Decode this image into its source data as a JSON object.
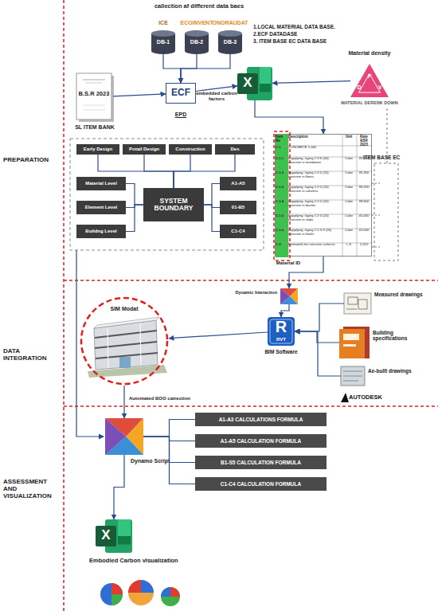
{
  "diagram": {
    "nodes": [
      {
        "text": [
          "ICE",
          "DB-1"
        ]
      },
      {
        "text": [
          "ECOINVENT",
          "DB-2"
        ]
      },
      {
        "text": [
          "ONORAUDAT",
          "DB-3"
        ]
      },
      {
        "text": [
          "B.S.R 2023",
          "SL ITEM BANK"
        ]
      },
      {
        "text": [
          "ECF"
        ]
      },
      {
        "text": [
          "X"
        ]
      },
      {
        "text": [
          "Material density",
          "MATERIAL DEREBK DOWN"
        ]
      },
      {
        "text": [
          "Early Design"
        ]
      },
      {
        "text": [
          "Potail Design"
        ]
      },
      {
        "text": [
          "Construction"
        ]
      },
      {
        "text": [
          "Des"
        ]
      },
      {
        "text": [
          "Material Level"
        ]
      },
      {
        "text": [
          "Element Level"
        ]
      },
      {
        "text": [
          "Buildng Level"
        ]
      },
      {
        "text": [
          "SYSTEM BOUNDARY"
        ]
      },
      {
        "text": [
          "A1-A5"
        ]
      },
      {
        "text": [
          "01-B5"
        ]
      },
      {
        "text": [
          "C1-C4"
        ]
      },
      {
        "text": [
          "Material ID"
        ]
      },
      {
        "text": [
          "Dyoamic Interaction"
        ]
      },
      {
        "text": [
          "R",
          "RVT",
          "BIM Software"
        ]
      },
      {
        "text": [
          "Measured drawings"
        ]
      },
      {
        "text": [
          "Bullding specifications"
        ]
      },
      {
        "text": [
          "Ae-bullt drawings",
          "AUTODESK"
        ]
      },
      {
        "text": [
          "SIM Modat"
        ]
      },
      {
        "text": [
          "Dynamo Script"
        ]
      },
      {
        "text": [
          "A1-A3 CALCULATIONS FORMULA"
        ]
      },
      {
        "text": [
          "A1-A5 CALCULATION FORMULA"
        ]
      },
      {
        "text": [
          "B1-S5 CALCULATION FORMULA"
        ]
      },
      {
        "text": [
          "C1-C4 CALCULATION FORMULA"
        ]
      },
      {
        "text": [
          "X"
        ]
      }
    ],
    "edges": [
      {
        "from": 0,
        "to": 4,
        "arrow": "to"
      },
      {
        "from": 1,
        "to": 4,
        "arrow": "to"
      },
      {
        "from": 2,
        "to": 4,
        "arrow": "to"
      },
      {
        "from": 3,
        "to": 4,
        "arrow": "to"
      },
      {
        "from": 4,
        "to": 5,
        "label": "embedded carbon factors",
        "arrow": "to"
      },
      {
        "from": 6,
        "to": 5,
        "arrow": "to"
      },
      {
        "from": 5,
        "to": 18,
        "arrow": "to"
      },
      {
        "from": 7,
        "to": 14,
        "arrow": "none"
      },
      {
        "from": 8,
        "to": 14,
        "arrow": "none"
      },
      {
        "from": 9,
        "to": 14,
        "arrow": "none"
      },
      {
        "from": 10,
        "to": 14,
        "arrow": "none"
      },
      {
        "from": 11,
        "to": 14,
        "arrow": "none"
      },
      {
        "from": 12,
        "to": 14,
        "arrow": "none"
      },
      {
        "from": 13,
        "to": 14,
        "arrow": "none"
      },
      {
        "from": 14,
        "to": 15,
        "arrow": "none"
      },
      {
        "from": 14,
        "to": 16,
        "arrow": "none"
      },
      {
        "from": 14,
        "to": 17,
        "arrow": "none"
      },
      {
        "from": 18,
        "to": 19,
        "arrow": "to"
      },
      {
        "from": 19,
        "to": 20,
        "arrow": "to"
      },
      {
        "from": 21,
        "to": 20,
        "arrow": "to"
      },
      {
        "from": 22,
        "to": 20,
        "arrow": "to"
      },
      {
        "from": 23,
        "to": 20,
        "arrow": "to"
      },
      {
        "from": 20,
        "to": 24,
        "arrow": "to"
      },
      {
        "from": 24,
        "to": 25,
        "label": "Automated BOO catrection",
        "arrow": "to"
      },
      {
        "from": 25,
        "to": 26,
        "arrow": "none"
      },
      {
        "from": 25,
        "to": 27,
        "arrow": "none"
      },
      {
        "from": 25,
        "to": 28,
        "arrow": "none"
      },
      {
        "from": 25,
        "to": 29,
        "arrow": "none"
      },
      {
        "from": 25,
        "to": 30,
        "arrow": "to"
      }
    ],
    "labels": [
      "PREPARATION",
      "DATA INTEGRATION",
      "ASSESSMENT AND VISUALIZATION",
      "callection af different data baes",
      "EPD",
      "1.LOCAL MATERIAL DATA BASE.",
      "2.ECF DATADASE",
      "3. ITEM BASE EC DATA BASE",
      "D",
      "P",
      "V",
      "ITEM BASE EC",
      "Embodied Carbon vlsualization",
      "Item No",
      "Description",
      "Unit",
      "Rate BSR 2023",
      "C.1",
      "CONCRETE 1.000",
      "C.1.1",
      "Supplying, laying 1:3:6 (40) concrete in foundation",
      "Cube",
      "35,600",
      "C.1.2",
      "Supplying, laying 1:2:4 (20) concrete in floors",
      "Cube",
      "35,300",
      "C.1.3",
      "Supplying, laying 1:2:4 (20) concrete in columns",
      "Cube",
      "38,200",
      "C.1.4",
      "Supplying, laying 1:2:4 (20) concrete in beams",
      "Cube",
      "38,600",
      "C.1.5",
      "Supplying, laying 1:2:4 (20) concrete in slabs",
      "Cube",
      "40,400",
      "C.1.6",
      "Supplying, laying 1:1.5:3 (20) concrete in lintels",
      "Cube",
      "43,000",
      "C.2",
      "Formwork for concrete surfaces",
      "L.S",
      "1,510"
    ]
  }
}
